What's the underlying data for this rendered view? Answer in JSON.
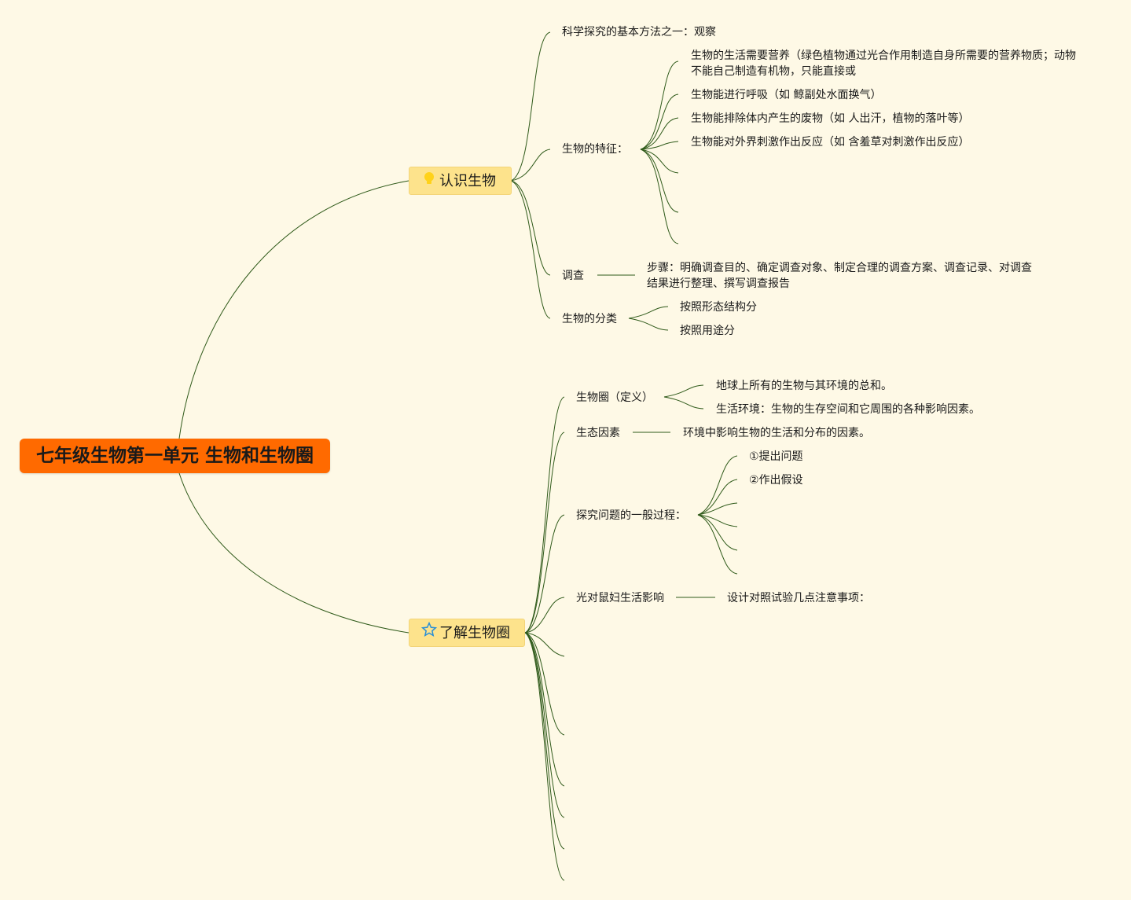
{
  "root": {
    "title": "七年级生物第一单元 生物和生物圈"
  },
  "branch1": {
    "label": "认识生物",
    "icon": "lightbulb-icon",
    "items": {
      "observe": "科学探究的基本方法之一：观察",
      "traits": "生物的特征：",
      "traits_1": "生物的生活需要营养（绿色植物通过光合作用制造自身所需要的营养物质；动物",
      "traits_1b": "不能自己制造有机物，只能直接或",
      "traits_2": "生物能进行呼吸（如 鲸副处水面换气）",
      "traits_3": "生物能排除体内产生的废物（如 人出汗，植物的落叶等）",
      "traits_4": "生物能对外界刺激作出反应（如 含羞草对刺激作出反应）",
      "survey": "调查",
      "survey_steps": "步骤：明确调查目的、确定调查对象、制定合理的调查方案、调查记录、对调查",
      "survey_steps_b": "结果进行整理、撰写调查报告",
      "classify": "生物的分类",
      "classify_1": "按照形态结构分",
      "classify_2": "按照用途分"
    }
  },
  "branch2": {
    "label": "了解生物圈",
    "icon": "star-icon",
    "items": {
      "biosphere": "生物圈（定义）",
      "biosphere_1": "地球上所有的生物与其环境的总和。",
      "biosphere_2": "生活环境：生物的生存空间和它周围的各种影响因素。",
      "factors": "生态因素",
      "factors_1": "环境中影响生物的生活和分布的因素。",
      "process": "探究问题的一般过程：",
      "process_1": "①提出问题",
      "process_2": "②作出假设",
      "light": "光对鼠妇生活影响",
      "light_1": "设计对照试验几点注意事项："
    }
  },
  "colors": {
    "background": "#fef9e6",
    "root": "#ff6a00",
    "branch": "#fde38c",
    "line": "#2f5a1a"
  }
}
